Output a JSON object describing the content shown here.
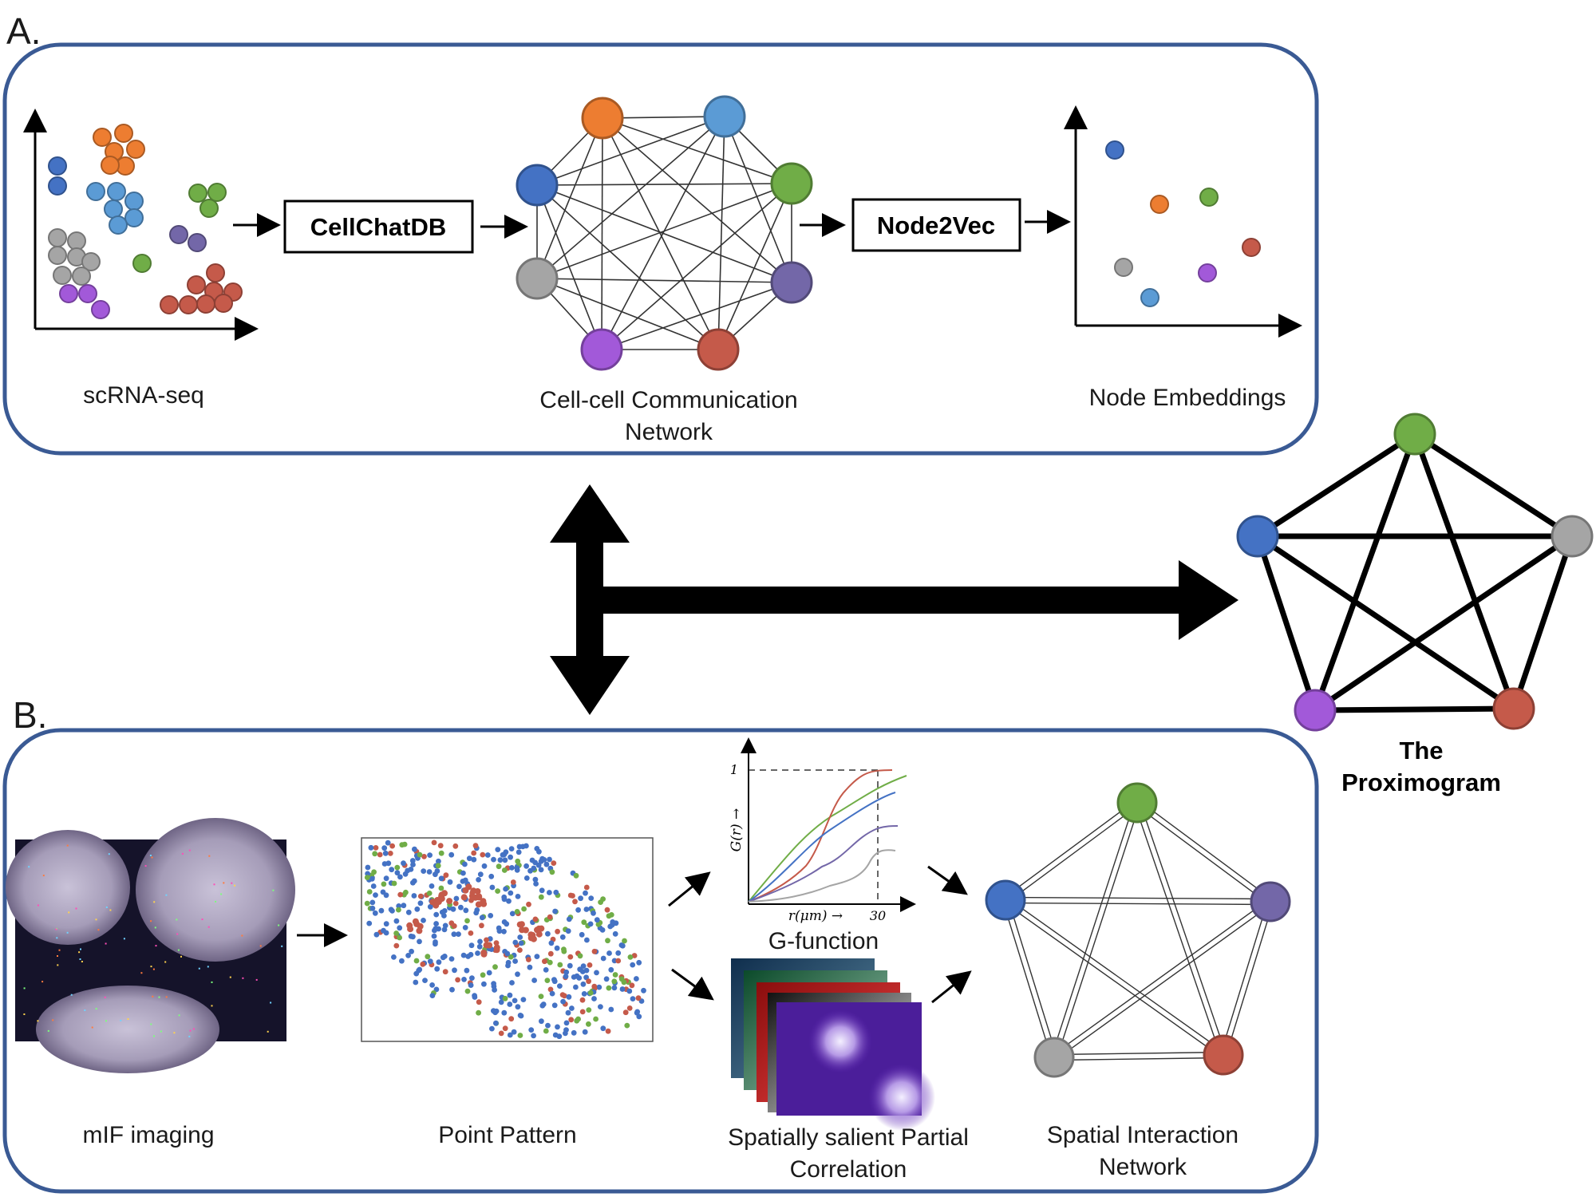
{
  "panel_a": {
    "letter": "A.",
    "scrna_label": "scRNA-seq",
    "cellchat_label": "CellChatDB",
    "network_label_line1": "Cell-cell Communication",
    "network_label_line2": "Network",
    "node2vec_label": "Node2Vec",
    "embeddings_label": "Node Embeddings"
  },
  "panel_b": {
    "letter": "B.",
    "mif_label": "mIF imaging",
    "point_pattern_label": "Point Pattern",
    "gfunction_label": "G-function",
    "gfunction_ylabel": "G(r) →",
    "gfunction_xlabel": "r(μm) →",
    "gfunction_ytick": "1",
    "gfunction_xtick": "30",
    "sspc_label_line1": "Spatially salient Partial",
    "sspc_label_line2": "Correlation",
    "sin_label_line1": "Spatial Interaction",
    "sin_label_line2": "Network"
  },
  "proximogram": {
    "label_line1": "The",
    "label_line2": "Proximogram"
  },
  "colors": {
    "panel_border": "#3a5a94",
    "orange": "#ed7d31",
    "light_blue": "#5b9bd5",
    "blue": "#4472c4",
    "green": "#70ad47",
    "gray": "#a5a5a5",
    "purple": "#a259d9",
    "red": "#c55a4a",
    "dark_purple": "#7367a8"
  }
}
